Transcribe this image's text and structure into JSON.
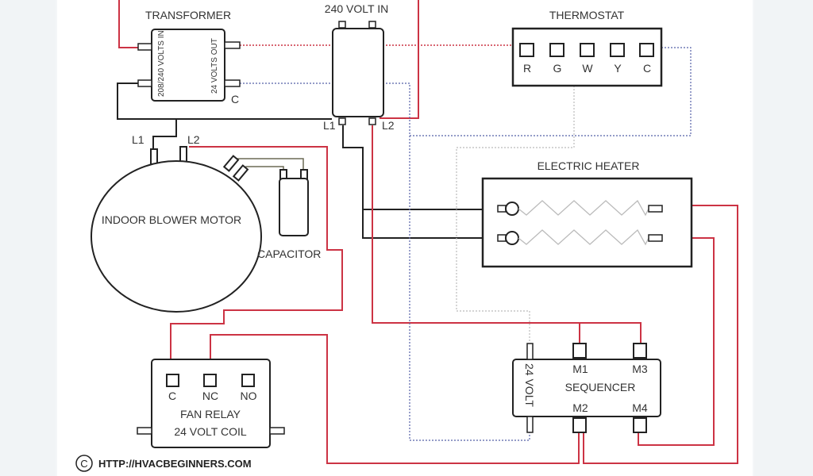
{
  "diagram": {
    "type": "hvac-wiring-diagram",
    "colors": {
      "line_voltage": "#cc3344",
      "neutral_black": "#222222",
      "low_voltage_red_dotted": "#cc3344",
      "low_voltage_blue_dotted": "#5560a8",
      "low_voltage_gray_dotted": "#bbbbbb"
    },
    "components": {
      "transformer": {
        "title": "TRANSFORMER",
        "input_label": "208/240 VOLTS IN",
        "output_label": "24 VOLTS OUT",
        "common_label": "C"
      },
      "power_in": {
        "title": "240 VOLT IN",
        "l1": "L1",
        "l2": "L2"
      },
      "thermostat": {
        "title": "THERMOSTAT",
        "terminals": [
          "R",
          "G",
          "W",
          "Y",
          "C"
        ]
      },
      "blower_motor": {
        "title": "INDOOR BLOWER MOTOR",
        "l1": "L1",
        "l2": "L2"
      },
      "capacitor": {
        "title": "CAPACITOR"
      },
      "electric_heater": {
        "title": "ELECTRIC HEATER"
      },
      "fan_relay": {
        "terminals": [
          "C",
          "NC",
          "NO"
        ],
        "title_line1": "FAN RELAY",
        "title_line2": "24 VOLT COIL"
      },
      "sequencer": {
        "title": "SEQUENCER",
        "coil_label": "24 VOLT",
        "terminals_top": [
          "M1",
          "M3"
        ],
        "terminals_bottom": [
          "M2",
          "M4"
        ]
      }
    },
    "credit": {
      "symbol": "©",
      "text": "HTTP://HVACBEGINNERS.COM"
    }
  }
}
